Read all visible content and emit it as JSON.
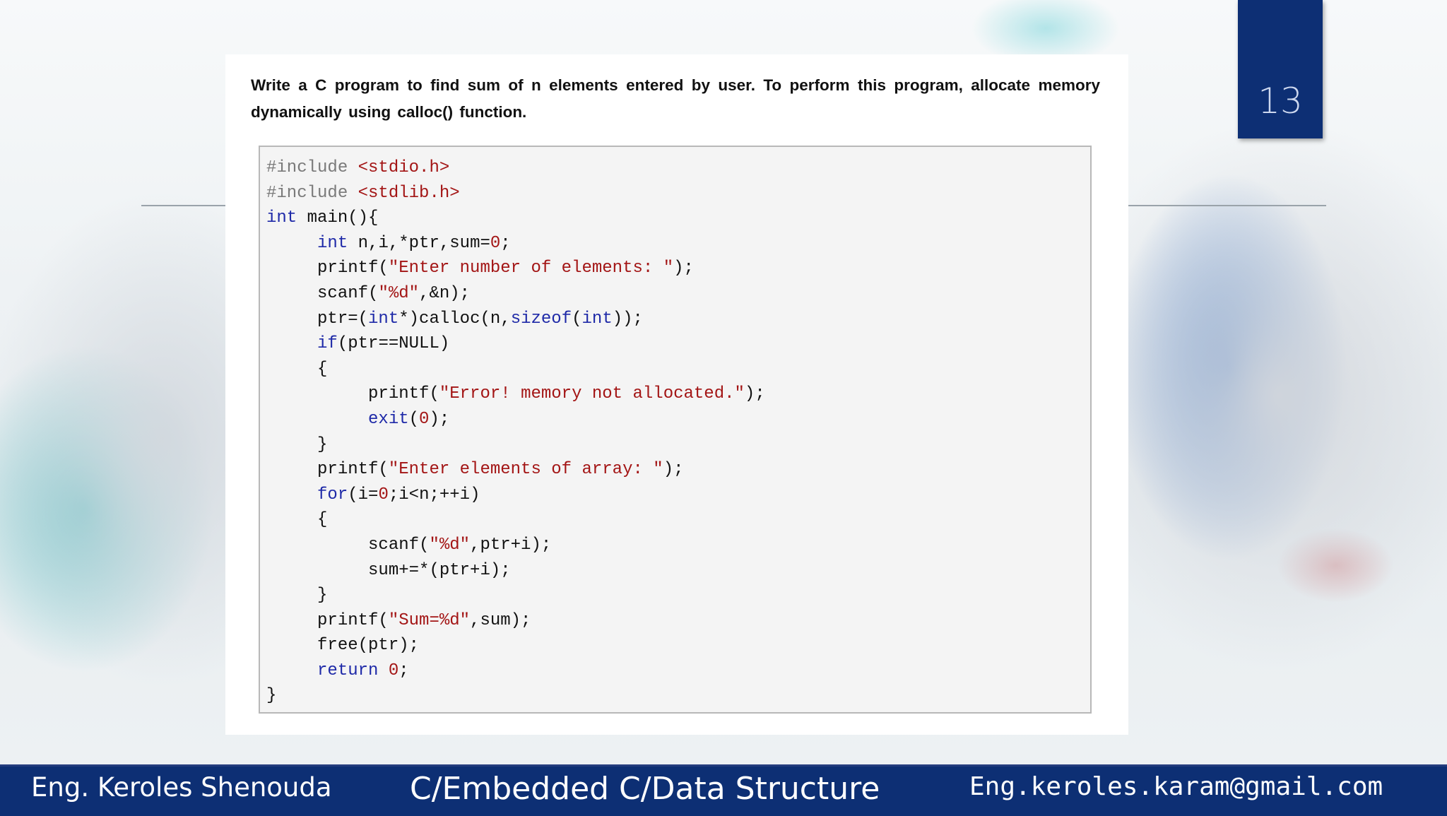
{
  "slide": {
    "page_number": "13",
    "question": "Write a C program to find sum of n elements entered by user. To perform this program, allocate memory dynamically using calloc() function."
  },
  "code_lines": [
    [
      {
        "t": "#include ",
        "c": "pp"
      },
      {
        "t": "<stdio.h>",
        "c": "st"
      }
    ],
    [
      {
        "t": "#include ",
        "c": "pp"
      },
      {
        "t": "<stdlib.h>",
        "c": "st"
      }
    ],
    [
      {
        "t": "int",
        "c": "kw"
      },
      {
        "t": " main(){",
        "c": ""
      }
    ],
    [
      {
        "t": "     ",
        "c": ""
      },
      {
        "t": "int",
        "c": "kw"
      },
      {
        "t": " n,i,*ptr,sum=",
        "c": ""
      },
      {
        "t": "0",
        "c": "nm"
      },
      {
        "t": ";",
        "c": ""
      }
    ],
    [
      {
        "t": "     printf(",
        "c": ""
      },
      {
        "t": "\"Enter number of elements: \"",
        "c": "st"
      },
      {
        "t": ");",
        "c": ""
      }
    ],
    [
      {
        "t": "     scanf(",
        "c": ""
      },
      {
        "t": "\"%d\"",
        "c": "st"
      },
      {
        "t": ",&n);",
        "c": ""
      }
    ],
    [
      {
        "t": "     ptr=(",
        "c": ""
      },
      {
        "t": "int",
        "c": "kw"
      },
      {
        "t": "*)calloc(n,",
        "c": ""
      },
      {
        "t": "sizeof",
        "c": "kw"
      },
      {
        "t": "(",
        "c": ""
      },
      {
        "t": "int",
        "c": "kw"
      },
      {
        "t": "));",
        "c": ""
      }
    ],
    [
      {
        "t": "     ",
        "c": ""
      },
      {
        "t": "if",
        "c": "kw"
      },
      {
        "t": "(ptr==NULL)",
        "c": ""
      }
    ],
    [
      {
        "t": "     {",
        "c": ""
      }
    ],
    [
      {
        "t": "          printf(",
        "c": ""
      },
      {
        "t": "\"Error! memory not allocated.\"",
        "c": "st"
      },
      {
        "t": ");",
        "c": ""
      }
    ],
    [
      {
        "t": "          ",
        "c": ""
      },
      {
        "t": "exit",
        "c": "kw"
      },
      {
        "t": "(",
        "c": ""
      },
      {
        "t": "0",
        "c": "nm"
      },
      {
        "t": ");",
        "c": ""
      }
    ],
    [
      {
        "t": "     }",
        "c": ""
      }
    ],
    [
      {
        "t": "     printf(",
        "c": ""
      },
      {
        "t": "\"Enter elements of array: \"",
        "c": "st"
      },
      {
        "t": ");",
        "c": ""
      }
    ],
    [
      {
        "t": "     ",
        "c": ""
      },
      {
        "t": "for",
        "c": "kw"
      },
      {
        "t": "(i=",
        "c": ""
      },
      {
        "t": "0",
        "c": "nm"
      },
      {
        "t": ";i<n;++i)",
        "c": ""
      }
    ],
    [
      {
        "t": "     {",
        "c": ""
      }
    ],
    [
      {
        "t": "          scanf(",
        "c": ""
      },
      {
        "t": "\"%d\"",
        "c": "st"
      },
      {
        "t": ",ptr+i);",
        "c": ""
      }
    ],
    [
      {
        "t": "          sum+=*(ptr+i);",
        "c": ""
      }
    ],
    [
      {
        "t": "     }",
        "c": ""
      }
    ],
    [
      {
        "t": "     printf(",
        "c": ""
      },
      {
        "t": "\"Sum=%d\"",
        "c": "st"
      },
      {
        "t": ",sum);",
        "c": ""
      }
    ],
    [
      {
        "t": "     free(ptr);",
        "c": ""
      }
    ],
    [
      {
        "t": "     ",
        "c": ""
      },
      {
        "t": "return",
        "c": "kw"
      },
      {
        "t": " ",
        "c": ""
      },
      {
        "t": "0",
        "c": "nm"
      },
      {
        "t": ";",
        "c": ""
      }
    ],
    [
      {
        "t": "}",
        "c": ""
      }
    ]
  ],
  "footer": {
    "author": "Eng. Keroles Shenouda",
    "course": "C/Embedded C/Data Structure",
    "email": "Eng.keroles.karam@gmail.com"
  },
  "colors": {
    "banner": "#0d2f74",
    "keyword": "#1f2aa8",
    "string": "#a31515",
    "preprocessor": "#7a7a7a"
  }
}
